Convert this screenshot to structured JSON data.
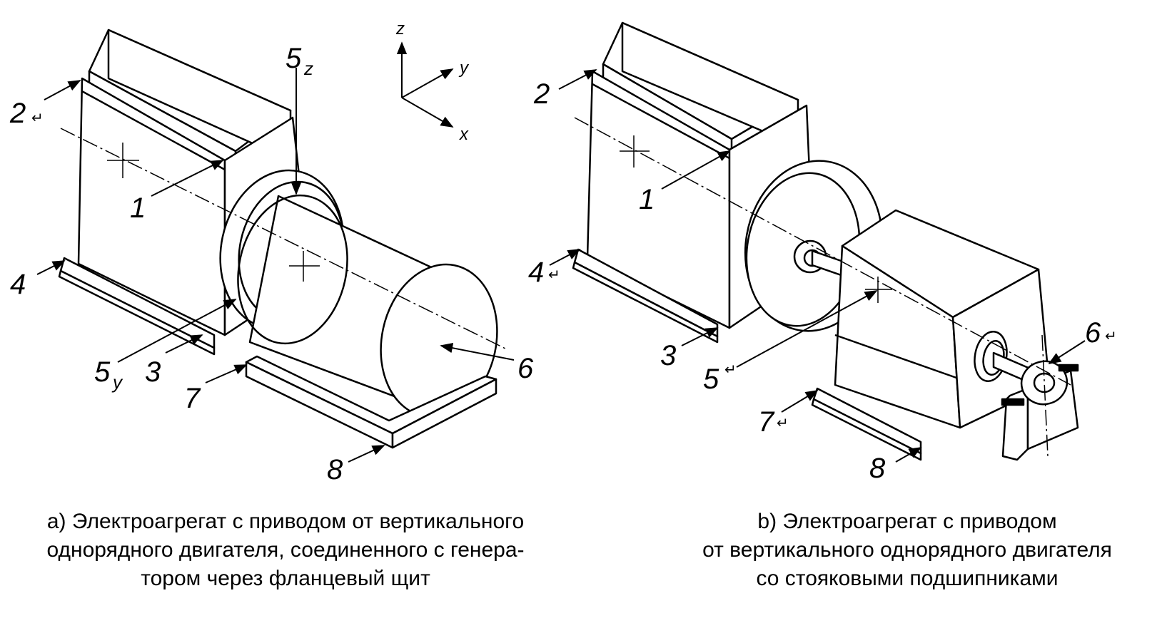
{
  "axes": {
    "x": "x",
    "y": "y",
    "z": "z"
  },
  "figure_a": {
    "callouts": {
      "c1": "1",
      "c2": "2",
      "c3": "3",
      "c4": "4",
      "c5z": "5",
      "c5z_sub": "z",
      "c5y": "5",
      "c5y_sub": "y",
      "c6": "6",
      "c7": "7",
      "c8": "8"
    },
    "caption": {
      "line1": "a) Электроагрегат с приводом от вертикального",
      "line2": "однорядного двигателя, соединенного с генера-",
      "line3": "тором через фланцевый щит"
    }
  },
  "figure_b": {
    "callouts": {
      "c1": "1",
      "c2": "2",
      "c3": "3",
      "c4": "4",
      "c5": "5",
      "c6": "6",
      "c7": "7",
      "c8": "8"
    },
    "caption": {
      "line1": "b) Электроагрегат с приводом",
      "line2": "от вертикального однорядного двигателя",
      "line3": "со стояковыми подшипниками"
    }
  }
}
